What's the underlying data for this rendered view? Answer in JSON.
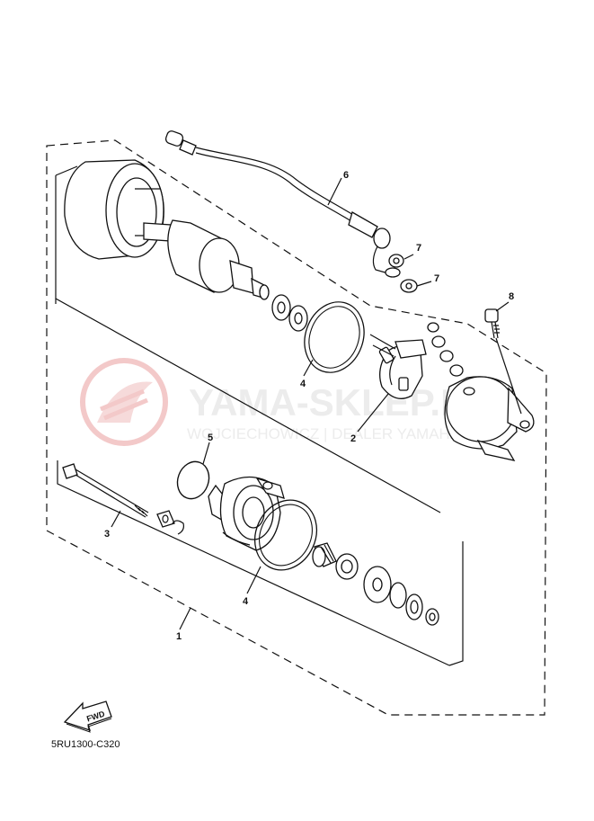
{
  "watermark": {
    "brand": "YAMA-SKLEP.PL",
    "subtitle": "WOJCIECHOWICZ | DEALER YAMAHA",
    "logo_color": "#f3c9c9",
    "text_color": "#ececec"
  },
  "callouts": [
    {
      "id": "c1",
      "label": "1"
    },
    {
      "id": "c2",
      "label": "2"
    },
    {
      "id": "c3",
      "label": "3"
    },
    {
      "id": "c4a",
      "label": "4"
    },
    {
      "id": "c4b",
      "label": "4"
    },
    {
      "id": "c5",
      "label": "5"
    },
    {
      "id": "c6",
      "label": "6"
    },
    {
      "id": "c7a",
      "label": "7"
    },
    {
      "id": "c7b",
      "label": "7"
    },
    {
      "id": "c8",
      "label": "8"
    }
  ],
  "fwd_label": "FWD",
  "diagram_code": "5RU1300-C320"
}
